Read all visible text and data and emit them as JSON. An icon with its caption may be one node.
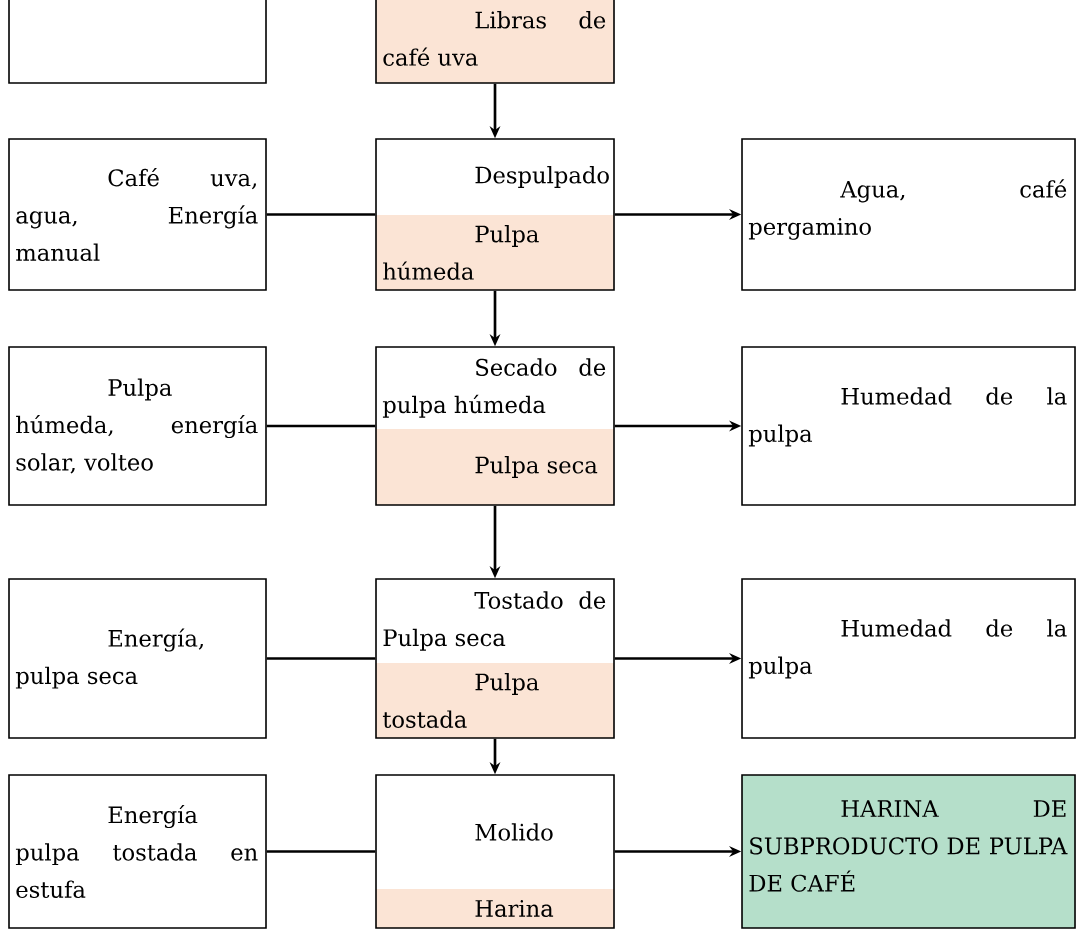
{
  "diagram": {
    "nodes": [
      {
        "text": [],
        "shape": "box"
      },
      {
        "text": [
          "Libras de café uva"
        ]
      },
      {
        "text": [
          "Café uva, agua, Energía manual"
        ]
      },
      {
        "text": [
          "Despulpado",
          "Pulpa húmeda"
        ]
      },
      {
        "text": [
          "Agua, café pergamino"
        ]
      },
      {
        "text": [
          "Pulpa húmeda, energía solar, volteo"
        ]
      },
      {
        "text": [
          "Secado de pulpa húmeda",
          "Pulpa seca"
        ]
      },
      {
        "text": [
          "Humedad de la pulpa"
        ]
      },
      {
        "text": [
          "Energía, pulpa seca"
        ]
      },
      {
        "text": [
          "Tostado de Pulpa seca",
          "Pulpa tostada"
        ]
      },
      {
        "text": [
          "Humedad de la pulpa"
        ]
      },
      {
        "text": [
          "Energía pulpa tostada en estufa"
        ]
      },
      {
        "text": [
          "Molido",
          "Harina"
        ]
      },
      {
        "text": [
          "HARINA DE SUBPRODUCTO DE PULPA DE CAFÉ"
        ]
      }
    ],
    "edges": [
      {
        "from": 1,
        "to": 3,
        "arrow": "to"
      },
      {
        "from": 2,
        "to": 3,
        "arrow": "none"
      },
      {
        "from": 3,
        "to": 4,
        "arrow": "to"
      },
      {
        "from": 3,
        "to": 6,
        "arrow": "to"
      },
      {
        "from": 5,
        "to": 6,
        "arrow": "none"
      },
      {
        "from": 6,
        "to": 7,
        "arrow": "to"
      },
      {
        "from": 6,
        "to": 9,
        "arrow": "to"
      },
      {
        "from": 8,
        "to": 9,
        "arrow": "none"
      },
      {
        "from": 9,
        "to": 10,
        "arrow": "to"
      },
      {
        "from": 9,
        "to": 12,
        "arrow": "to"
      },
      {
        "from": 11,
        "to": 12,
        "arrow": "none"
      },
      {
        "from": 12,
        "to": 13,
        "arrow": "to"
      }
    ]
  }
}
